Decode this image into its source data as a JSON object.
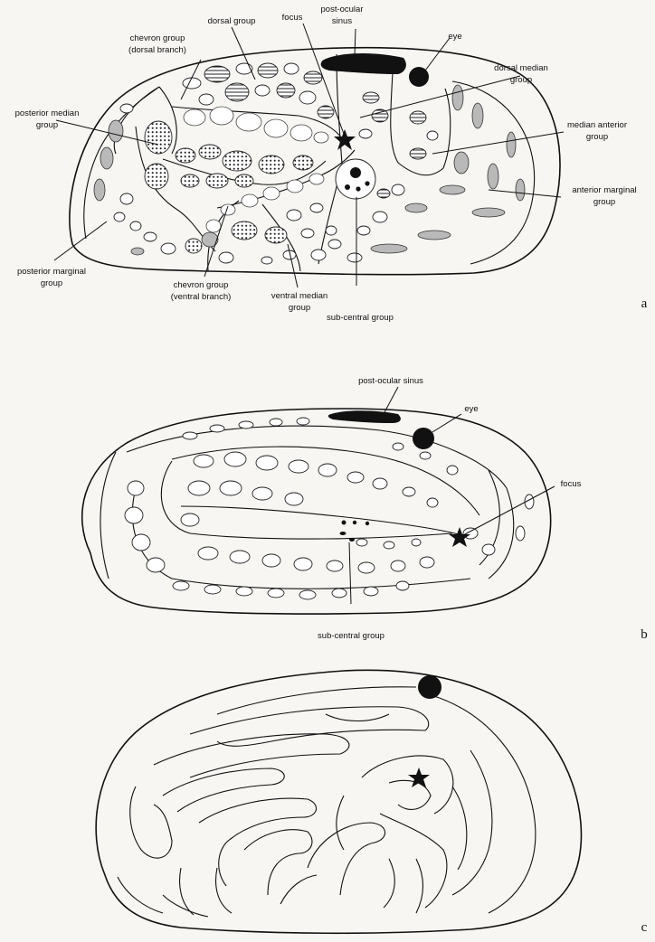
{
  "figure": {
    "panels": [
      "a",
      "b",
      "c"
    ],
    "panel_a": {
      "labels": {
        "dorsal_group": "dorsal group",
        "focus": "focus",
        "post_ocular_sinus_1": "post-ocular",
        "post_ocular_sinus_2": "sinus",
        "eye": "eye",
        "chevron_dorsal_1": "chevron group",
        "chevron_dorsal_2": "(dorsal branch)",
        "dorsal_median_1": "dorsal median",
        "dorsal_median_2": "group",
        "posterior_median_1": "posterior median",
        "posterior_median_2": "group",
        "median_anterior_1": "median anterior",
        "median_anterior_2": "group",
        "anterior_marginal_1": "anterior marginal",
        "anterior_marginal_2": "group",
        "posterior_marginal_1": "posterior marginal",
        "posterior_marginal_2": "group",
        "chevron_ventral_1": "chevron group",
        "chevron_ventral_2": "(ventral branch)",
        "ventral_median_1": "ventral median",
        "ventral_median_2": "group",
        "sub_central": "sub-central group"
      }
    },
    "panel_b": {
      "labels": {
        "post_ocular_sinus": "post-ocular sinus",
        "eye": "eye",
        "focus": "focus",
        "sub_central": "sub-central group"
      }
    },
    "panel_c": {
      "labels": {}
    },
    "colors": {
      "ink": "#111111",
      "paper": "#f7f6f3",
      "stipple": "#b9b9b9"
    }
  }
}
